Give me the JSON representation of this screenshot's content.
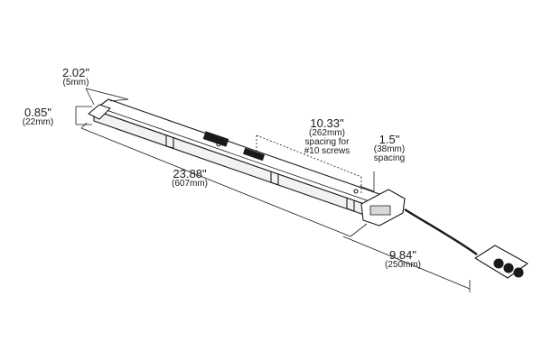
{
  "dimensions": {
    "width_in": {
      "value": "2.02\"",
      "metric": "(5mm)"
    },
    "height_in": {
      "value": "0.85\"",
      "metric": "(22mm)"
    },
    "length_in": {
      "value": "23.88\"",
      "metric": "(607mm)"
    },
    "mount_spacing": {
      "value": "10.33\"",
      "metric": "(262mm)",
      "note_1": "spacing for",
      "note_2": "#10 screws"
    },
    "end_spacing": {
      "value": "1.5\"",
      "metric": "(38mm)",
      "note": "spacing"
    },
    "lead_length": {
      "value": "9.84\"",
      "metric": "(250mm)"
    }
  },
  "colors": {
    "line": "#1a1a1a",
    "body_fill": "#ffffff",
    "shade": "#e6e6e6"
  }
}
